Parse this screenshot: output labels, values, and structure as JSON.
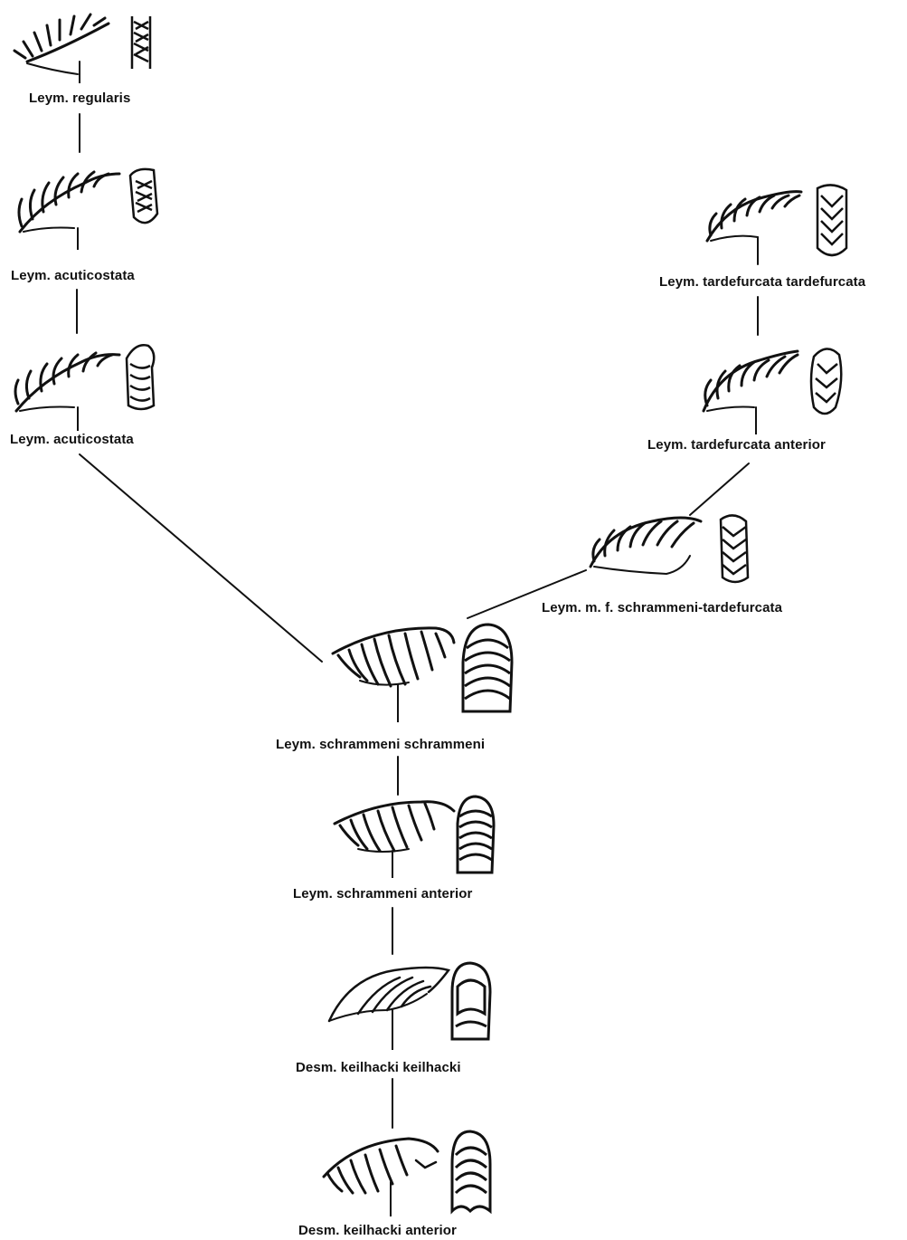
{
  "diagram": {
    "nodes": [
      {
        "id": "regularis",
        "label": "Leym. regularis"
      },
      {
        "id": "acuticostata-1",
        "label": "Leym. acuticostata"
      },
      {
        "id": "acuticostata-2",
        "label": "Leym. acuticostata"
      },
      {
        "id": "tardefurcata-tardefurcata",
        "label": "Leym. tardefurcata tardefurcata"
      },
      {
        "id": "tardefurcata-anterior",
        "label": "Leym. tardefurcata anterior"
      },
      {
        "id": "mf-schrammeni-tardefurcata",
        "label": "Leym. m. f. schrammeni-tardefurcata"
      },
      {
        "id": "schrammeni-schrammeni",
        "label": "Leym. schrammeni schrammeni"
      },
      {
        "id": "schrammeni-anterior",
        "label": "Leym. schrammeni anterior"
      },
      {
        "id": "keilhacki-keilhacki",
        "label": "Desm. keilhacki keilhacki"
      },
      {
        "id": "keilhacki-anterior",
        "label": "Desm. keilhacki anterior"
      }
    ],
    "edges": [
      [
        "regularis",
        "acuticostata-1"
      ],
      [
        "acuticostata-1",
        "acuticostata-2"
      ],
      [
        "acuticostata-2",
        "schrammeni-schrammeni"
      ],
      [
        "tardefurcata-tardefurcata",
        "tardefurcata-anterior"
      ],
      [
        "tardefurcata-anterior",
        "mf-schrammeni-tardefurcata"
      ],
      [
        "mf-schrammeni-tardefurcata",
        "schrammeni-schrammeni"
      ],
      [
        "schrammeni-schrammeni",
        "schrammeni-anterior"
      ],
      [
        "schrammeni-anterior",
        "keilhacki-keilhacki"
      ],
      [
        "keilhacki-keilhacki",
        "keilhacki-anterior"
      ]
    ]
  },
  "colors": {
    "ink": "#111111",
    "paper": "#ffffff"
  }
}
